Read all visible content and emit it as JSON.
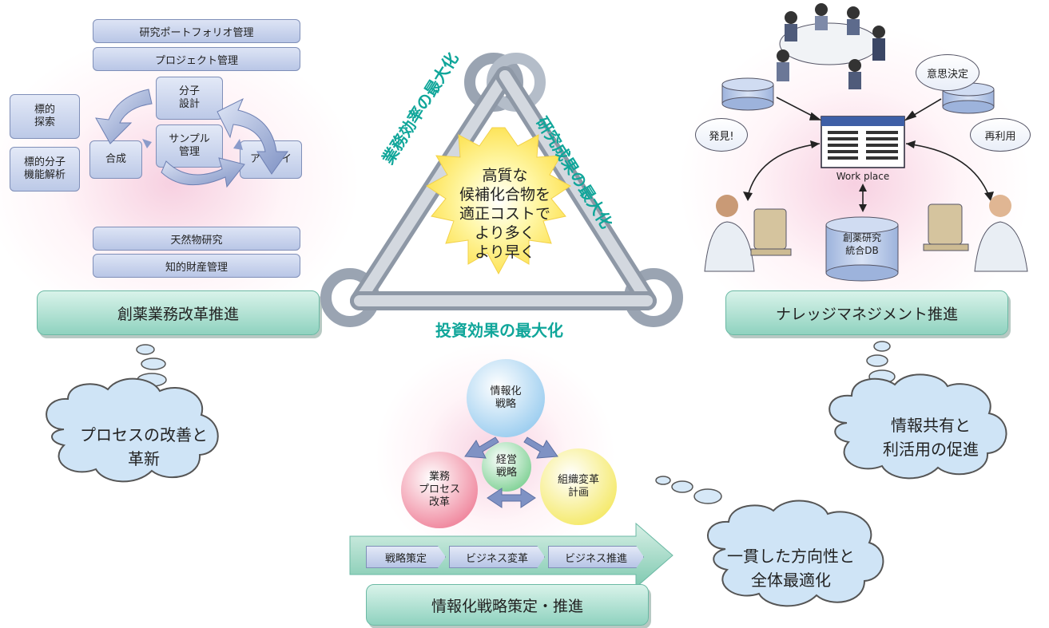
{
  "left": {
    "pills_top": [
      "研究ポートフォリオ管理",
      "プロジェクト管理"
    ],
    "pills_bottom": [
      "天然物研究",
      "知的財産管理"
    ],
    "side_boxes": [
      "標的\n探索",
      "標的分子\n機能解析"
    ],
    "cycle": {
      "top": "分子\n設計",
      "center": "サンプル\n管理",
      "left": "合成",
      "right": "アッセイ"
    },
    "banner": "創薬業務改革推進",
    "cloud": "プロセスの改善と\n革新"
  },
  "center": {
    "star_text": "高質な\n候補化合物を\n適正コストで\nより多く\nより早く",
    "label_left": "業務効率の最大化",
    "label_right": "研究成果の最大化",
    "label_bottom": "投資効果の最大化"
  },
  "right": {
    "bubbles": [
      "意思決定",
      "発見!",
      "再利用"
    ],
    "workplace": "Work place",
    "db": "創薬研究\n統合DB",
    "banner": "ナレッジマネジメント推進",
    "cloud": "情報共有と\n利活用の促進"
  },
  "bottom": {
    "circles": {
      "top": "情報化\n戦略",
      "center": "経営\n戦略",
      "left": "業務\nプロセス\n改革",
      "right": "組織変革\n計画"
    },
    "arrow_steps": [
      "戦略策定",
      "ビジネス変革",
      "ビジネス推進"
    ],
    "banner": "情報化戦略策定・推進",
    "cloud": "一貫した方向性と\n全体最適化"
  },
  "colors": {
    "accent_teal": "#10a69a",
    "banner_green": "#8fd2bf",
    "box_blue": "#bcc9e7",
    "glow_pink": "#f0aac8",
    "star_yellow": "#fff07a",
    "cloud_blue": "#cfe4f6"
  }
}
